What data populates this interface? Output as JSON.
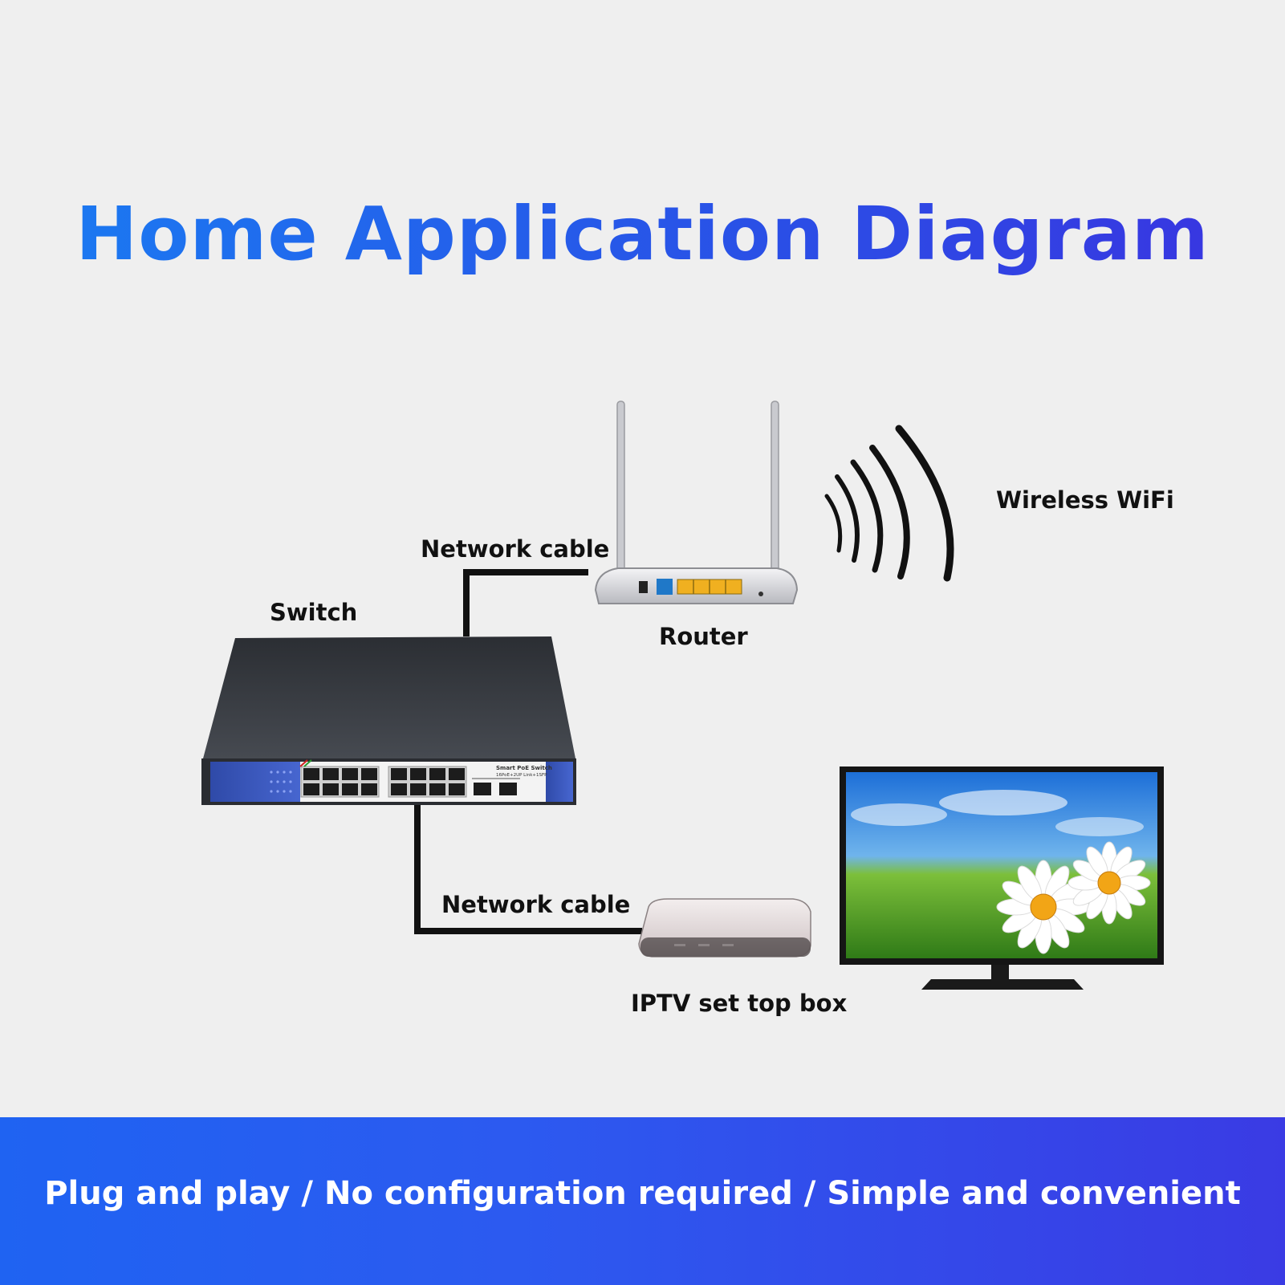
{
  "title": "Home Application Diagram",
  "labels": {
    "switch": "Switch",
    "router": "Router",
    "wifi": "Wireless WiFi",
    "cable_top": "Network cable",
    "cable_bottom": "Network cable",
    "stb": "IPTV set top box"
  },
  "switch_panel": {
    "brand_line1": "Smart PoE Switch",
    "brand_line2": "16PoE+2UP Link+1SFP"
  },
  "footer": "Plug and play / No configuration required / Simple and convenient",
  "colors": {
    "title_start": "#1a7cf2",
    "title_end": "#3a33e0",
    "footer_start": "#1f63f2",
    "footer_end": "#3a3be4",
    "switch_body": "#3a3e44",
    "switch_panel": "#3550b8",
    "router_ports": "#f0b020",
    "cable": "#111111"
  }
}
